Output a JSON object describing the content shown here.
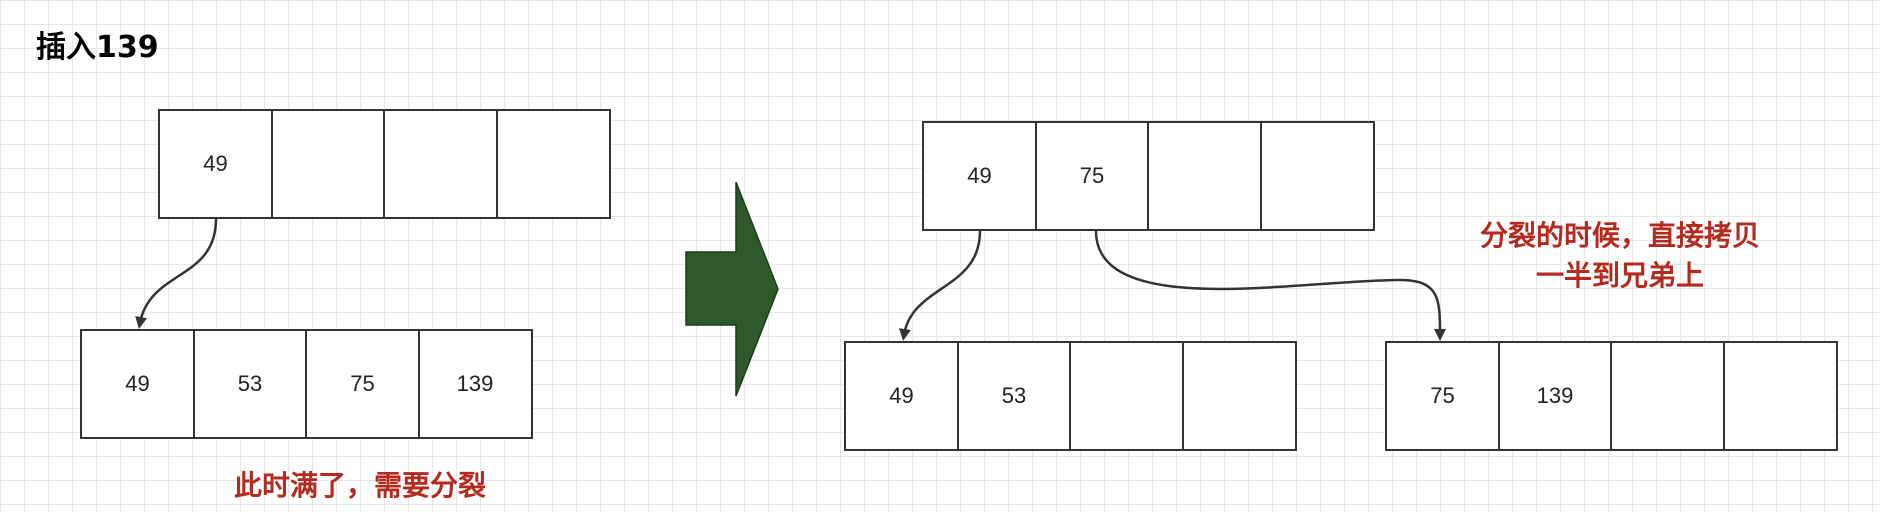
{
  "title": "插入139",
  "before": {
    "parent": [
      "49",
      "",
      "",
      ""
    ],
    "child": [
      "49",
      "53",
      "75",
      "139"
    ],
    "note": "此时满了，需要分裂"
  },
  "after": {
    "parent": [
      "49",
      "75",
      "",
      ""
    ],
    "left_child": [
      "49",
      "53",
      "",
      ""
    ],
    "right_child": [
      "75",
      "139",
      "",
      ""
    ],
    "note_line1": "分裂的时候，直接拷贝",
    "note_line2": "一半到兄弟上"
  },
  "colors": {
    "note": "#b52a1f",
    "arrow": "#2e5a2a",
    "border": "#333333"
  }
}
